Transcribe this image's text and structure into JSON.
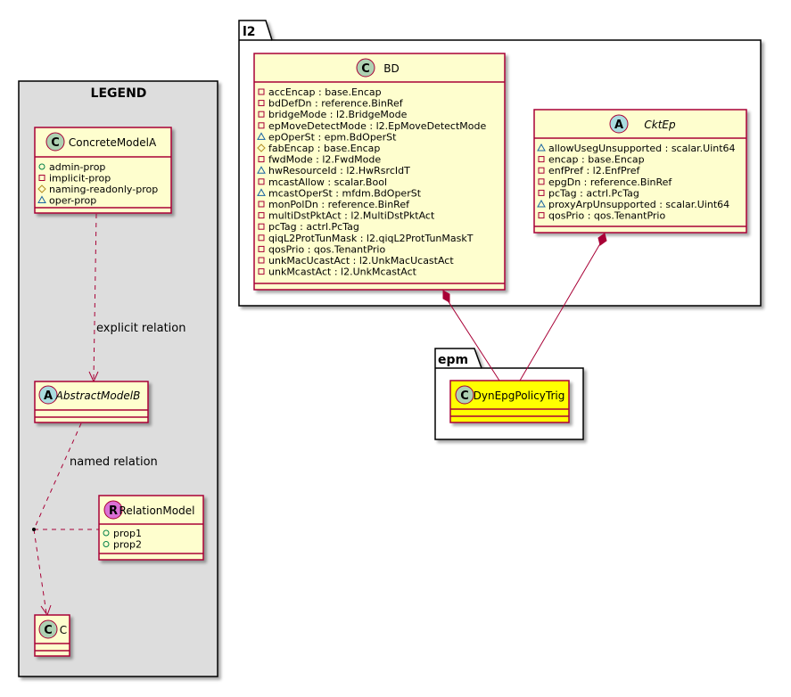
{
  "legend": {
    "title": "LEGEND",
    "concrete": {
      "stereo": "C",
      "name": "ConcreteModelA",
      "attrs": [
        {
          "vis": "+",
          "text": "admin-prop"
        },
        {
          "vis": "-",
          "text": "implicit-prop"
        },
        {
          "vis": "#",
          "text": "naming-readonly-prop"
        },
        {
          "vis": "~",
          "text": "oper-prop"
        }
      ]
    },
    "abstract": {
      "stereo": "A",
      "name": "AbstractModelB"
    },
    "relation": {
      "stereo": "R",
      "name": "RelationModel",
      "attrs": [
        {
          "vis": "+",
          "text": "prop1"
        },
        {
          "vis": "+",
          "text": "prop2"
        }
      ]
    },
    "c": {
      "stereo": "C",
      "name": "C"
    },
    "explicit_label": "explicit relation",
    "named_label": "named relation"
  },
  "l2": {
    "title": "l2",
    "bd": {
      "stereo": "C",
      "name": "BD",
      "attrs": [
        {
          "vis": "-",
          "text": "accEncap : base.Encap"
        },
        {
          "vis": "-",
          "text": "bdDefDn : reference.BinRef"
        },
        {
          "vis": "-",
          "text": "bridgeMode : l2.BridgeMode"
        },
        {
          "vis": "-",
          "text": "epMoveDetectMode : l2.EpMoveDetectMode"
        },
        {
          "vis": "~",
          "text": "epOperSt : epm.BdOperSt"
        },
        {
          "vis": "#",
          "text": "fabEncap : base.Encap"
        },
        {
          "vis": "-",
          "text": "fwdMode : l2.FwdMode"
        },
        {
          "vis": "~",
          "text": "hwResourceId : l2.HwRsrcIdT"
        },
        {
          "vis": "-",
          "text": "mcastAllow : scalar.Bool"
        },
        {
          "vis": "~",
          "text": "mcastOperSt : mfdm.BdOperSt"
        },
        {
          "vis": "-",
          "text": "monPolDn : reference.BinRef"
        },
        {
          "vis": "-",
          "text": "multiDstPktAct : l2.MultiDstPktAct"
        },
        {
          "vis": "-",
          "text": "pcTag : actrl.PcTag"
        },
        {
          "vis": "-",
          "text": "qiqL2ProtTunMask : l2.qiqL2ProtTunMaskT"
        },
        {
          "vis": "-",
          "text": "qosPrio : qos.TenantPrio"
        },
        {
          "vis": "-",
          "text": "unkMacUcastAct : l2.UnkMacUcastAct"
        },
        {
          "vis": "-",
          "text": "unkMcastAct : l2.UnkMcastAct"
        }
      ]
    },
    "cktep": {
      "stereo": "A",
      "name": "CktEp",
      "attrs": [
        {
          "vis": "~",
          "text": "allowUsegUnsupported : scalar.Uint64"
        },
        {
          "vis": "-",
          "text": "encap : base.Encap"
        },
        {
          "vis": "-",
          "text": "enfPref : l2.EnfPref"
        },
        {
          "vis": "-",
          "text": "epgDn : reference.BinRef"
        },
        {
          "vis": "-",
          "text": "pcTag : actrl.PcTag"
        },
        {
          "vis": "~",
          "text": "proxyArpUnsupported : scalar.Uint64"
        },
        {
          "vis": "-",
          "text": "qosPrio : qos.TenantPrio"
        }
      ]
    }
  },
  "epm": {
    "title": "epm",
    "trig": {
      "stereo": "C",
      "name": "DynEpgPolicyTrig"
    }
  },
  "colors": {
    "classFill": "#FEFECE",
    "classBorder": "#A80036",
    "highlight": "#FFFF00",
    "legendFill": "#DDDDDD",
    "circleC": "#ADD1B2",
    "circleA": "#A9DCDF",
    "circleR": "#DA70D6"
  }
}
